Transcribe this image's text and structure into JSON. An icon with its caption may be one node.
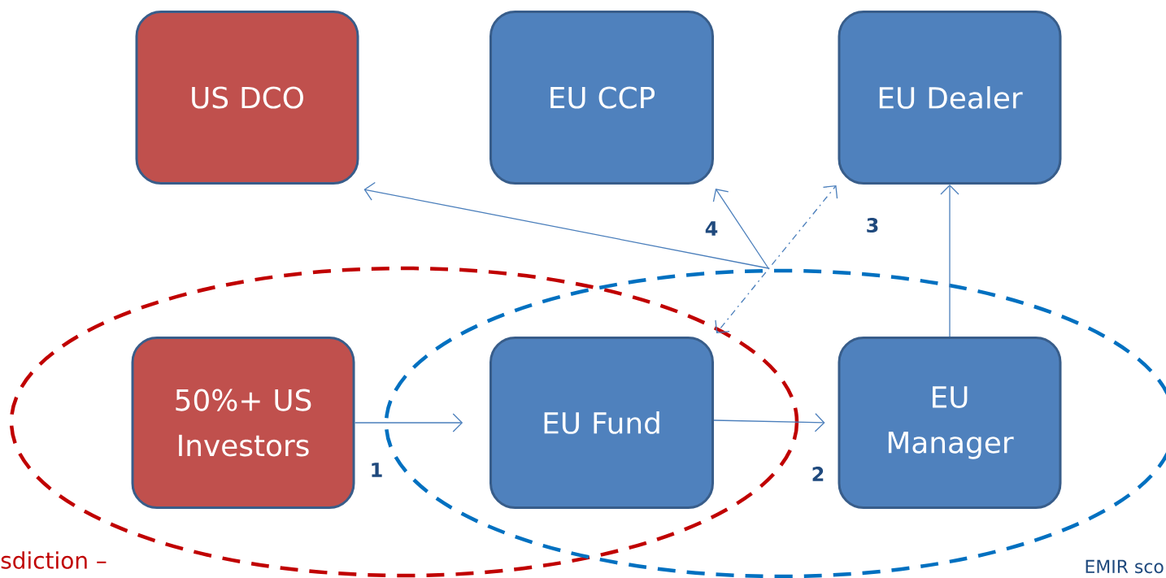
{
  "diagram": {
    "nodes": [
      {
        "text": [
          "US DCO"
        ]
      },
      {
        "text": [
          "EU CCP"
        ]
      },
      {
        "text": [
          "EU Dealer"
        ]
      },
      {
        "text": [
          "50%+ US Investors"
        ]
      },
      {
        "text": [
          "EU Fund"
        ]
      },
      {
        "text": [
          "EU Manager"
        ]
      }
    ],
    "edges": [
      {
        "from": 3,
        "to": 4,
        "arrow": "to",
        "label": "1"
      },
      {
        "from": 4,
        "to": 5,
        "arrow": "to",
        "label": "2"
      },
      {
        "from": 5,
        "to": 2,
        "arrow": "to",
        "label": "3"
      },
      {
        "from": null,
        "to": 0,
        "arrow": "to"
      },
      {
        "from": null,
        "to": 1,
        "arrow": "to",
        "label": "4"
      },
      {
        "from": 4,
        "to": 2,
        "arrow": "both",
        "style": "dashed"
      }
    ],
    "labels": [
      "sdiction –",
      "EMIR sco"
    ]
  }
}
